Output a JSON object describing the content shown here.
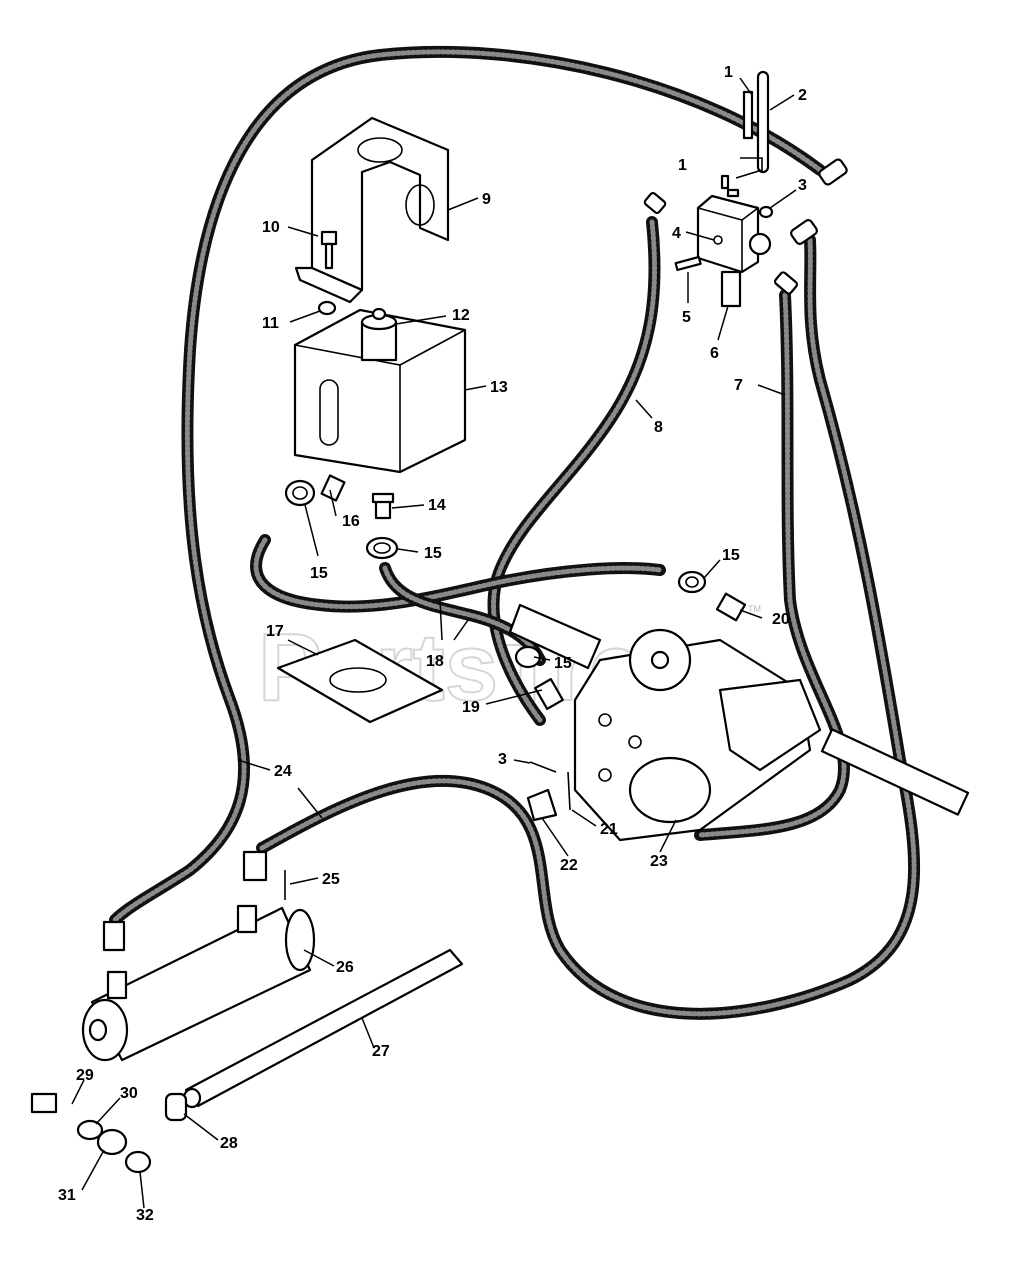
{
  "watermark": {
    "text": "PartsTree",
    "trademark": "TM"
  },
  "callouts": [
    "1",
    "2",
    "3",
    "4",
    "5",
    "6",
    "7",
    "8",
    "9",
    "10",
    "11",
    "12",
    "13",
    "14",
    "15",
    "16",
    "17",
    "18",
    "19",
    "20",
    "21",
    "22",
    "23",
    "24",
    "25",
    "26",
    "27",
    "28",
    "29",
    "30",
    "31",
    "32"
  ],
  "extra_callouts": {
    "c1b": "1",
    "c3b": "3",
    "c15b": "15",
    "c15c": "15",
    "c15d": "15"
  }
}
